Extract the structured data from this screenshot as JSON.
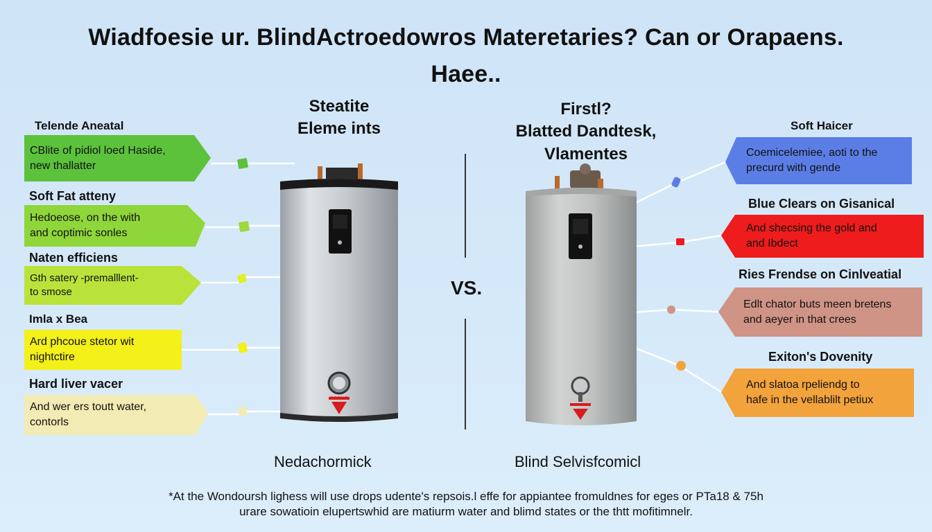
{
  "title": {
    "line1": "Wiadfoesie ur. BlindActroedowros Materetaries? Can or Orapaens.",
    "line2": "Haee.."
  },
  "left_column": {
    "title_line1": "Steatite",
    "title_line2": "Eleme ints",
    "caption": "Nedachormick"
  },
  "right_column": {
    "title_line1": "Firstl?",
    "title_line2": "Blatted Dandtesk,",
    "title_line3": "Vlamentes",
    "caption": "Blind Selvisfcomicl"
  },
  "vs_label": "VS.",
  "left_items": [
    {
      "heading": "Telende Aneatal",
      "line1": "CBlite of pidiol loed Haside,",
      "line2": "new thallatter",
      "color": "#5cc23c"
    },
    {
      "heading": "Soft Fat atteny",
      "line1": "Hedoeose, on the with",
      "line2": "and coptimic sonles",
      "color": "#8fd63a"
    },
    {
      "heading": "Naten efficiens",
      "line1": "Gth satery -premalllent-",
      "line2": "to smose",
      "color": "#b9e33a"
    },
    {
      "heading": "Imla x Bea",
      "line1": "Ard phcoue stetor wit",
      "line2": "nightctire",
      "color": "#f3f01a"
    },
    {
      "heading": "Hard liver vacer",
      "line1": "And wer ers toutt water,",
      "line2": "contorls",
      "color": "#f3ebb4"
    }
  ],
  "right_items": [
    {
      "heading": "Soft Haicer",
      "line1": "Coemicelemiee, aoti to the",
      "line2": "precurd with gende",
      "color": "#5b7ee6"
    },
    {
      "heading": "Blue Clears on Gisanical",
      "line1": "And shecsing the gold and",
      "line2": "and Ibdect",
      "color": "#ee1c1c"
    },
    {
      "heading": "Ries Frendse on Cinlveatial",
      "line1": "Edlt chator buts meen bretens",
      "line2": "and aeyer in that crees",
      "color": "#cf9486"
    },
    {
      "heading": "Exiton's Dovenity",
      "line1": "And slatoa rpeliendg to",
      "line2": "hafe in the vellablilt petiux",
      "color": "#f2a33c"
    }
  ],
  "footnote": {
    "line1": "*At the Wondoursh lighess will use drops udente's repsois.l effe for appiantee fromuldnes for eges or PTa18 & 75h",
    "line2": "urare sowatioin elupertswhid are matiurm water and blimd states or the thtt mofitimnelr."
  },
  "heater_labels": {
    "left_text": "RODNO"
  },
  "colors": {
    "background": "#d4e8f8",
    "heater_body": "#c9cdd1",
    "heater_cap": "#1a1a1a",
    "warning_red": "#d81c1c"
  },
  "icons": [
    "warning-triangle-icon",
    "thermostat-knob-icon",
    "control-panel-icon",
    "pipe-connector-icon"
  ]
}
